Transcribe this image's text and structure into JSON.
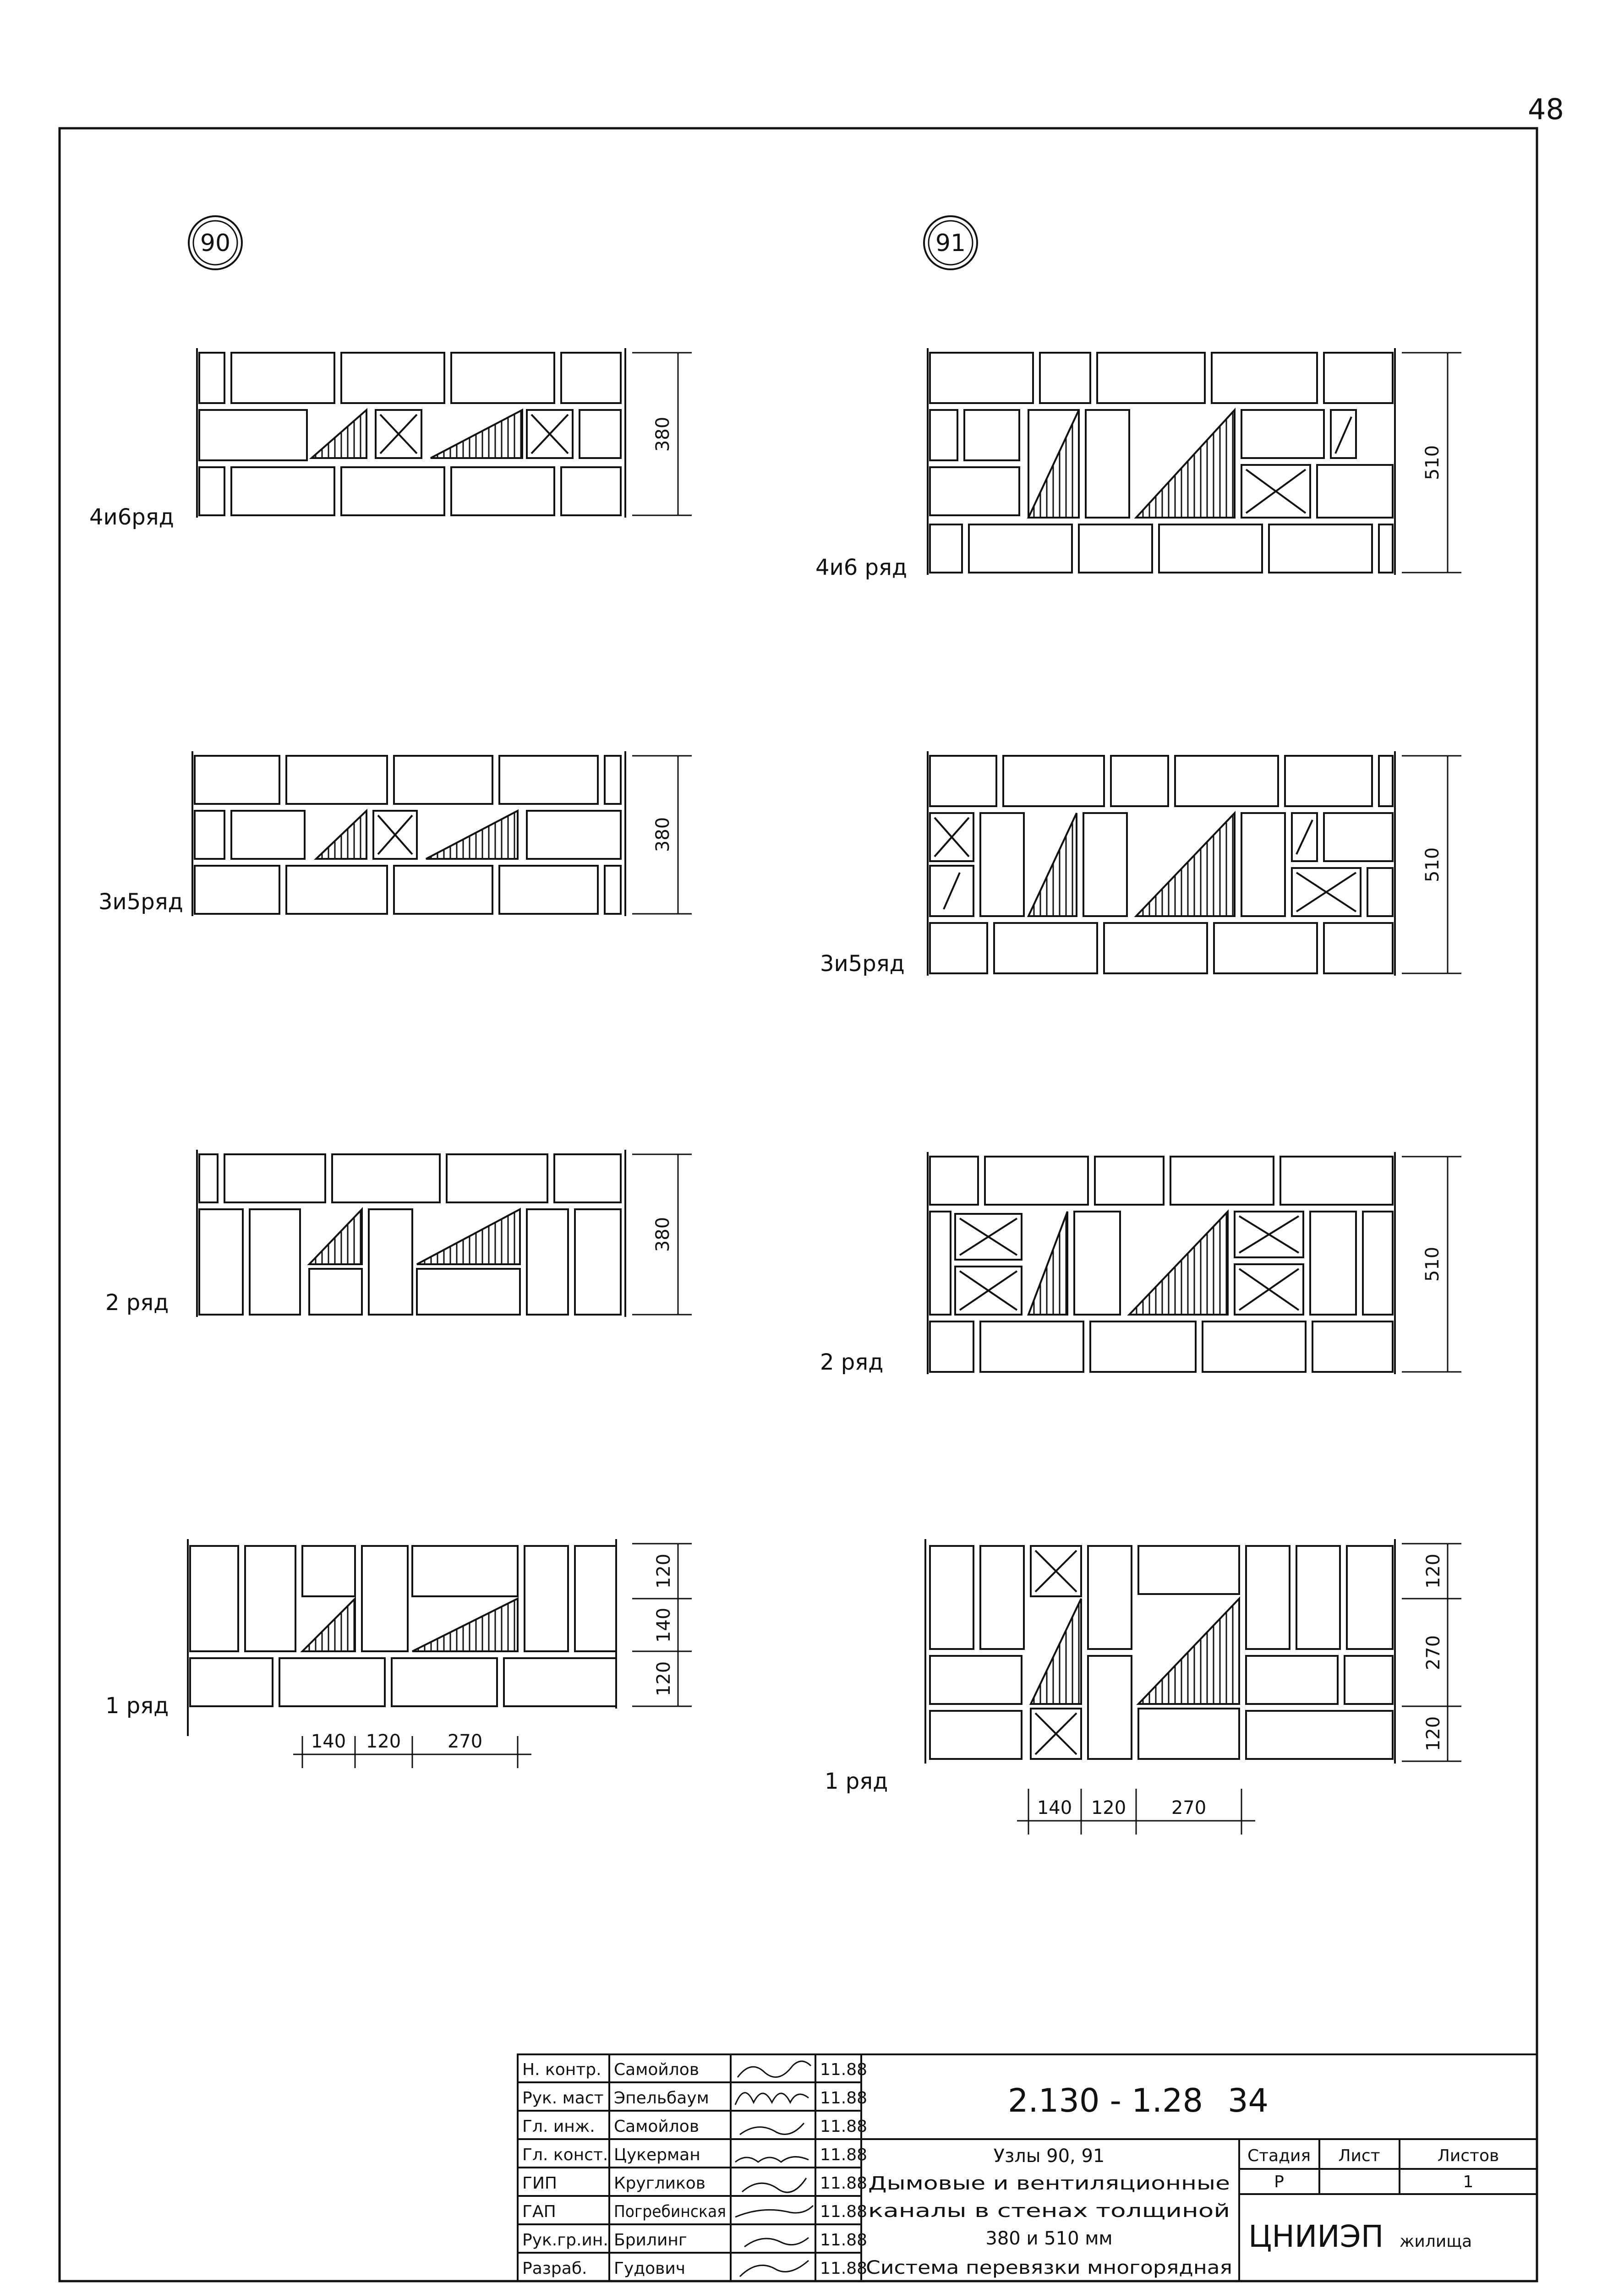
{
  "page_number": "48",
  "nodes": [
    {
      "id": "90",
      "rows": [
        {
          "label": "4и6ряд",
          "dims": [
            "380"
          ]
        },
        {
          "label": "3и5ряд",
          "dims": [
            "380"
          ]
        },
        {
          "label": "2 ряд",
          "dims": [
            "380"
          ]
        },
        {
          "label": "1 ряд",
          "dims": [
            "120",
            "140",
            "120"
          ],
          "bottom_dims": [
            "140",
            "120",
            "270"
          ]
        }
      ]
    },
    {
      "id": "91",
      "rows": [
        {
          "label": "4и6 ряд",
          "dims": [
            "510"
          ]
        },
        {
          "label": "3и5ряд",
          "dims": [
            "510"
          ]
        },
        {
          "label": "2 ряд",
          "dims": [
            "510"
          ]
        },
        {
          "label": "1 ряд",
          "dims": [
            "120",
            "270",
            "120"
          ],
          "bottom_dims": [
            "140",
            "120",
            "270"
          ]
        }
      ]
    }
  ],
  "title_block": {
    "roles": [
      {
        "role": "Н. контр.",
        "name": "Самойлов",
        "date": "11.88"
      },
      {
        "role": "Рук. маст",
        "name": "Эпельбаум",
        "date": "11.88"
      },
      {
        "role": "Гл. инж.",
        "name": "Самойлов",
        "date": "11.88"
      },
      {
        "role": "Гл. конст.",
        "name": "Цукерман",
        "date": "11.88"
      },
      {
        "role": "ГИП",
        "name": "Кругликов",
        "date": "11.88"
      },
      {
        "role": "ГАП",
        "name": "Погребинская",
        "date": "11.88"
      },
      {
        "role": "Рук.гр.ин.",
        "name": "Брилинг",
        "date": "11.88"
      },
      {
        "role": "Разраб.",
        "name": "Гудович",
        "date": "11.88"
      }
    ],
    "doc_code": "2.130 - 1.28",
    "doc_number": "34",
    "title_lines": [
      "Узлы 90, 91",
      "Дымовые и вентиляционные",
      "каналы в стенах толщиной",
      "380 и 510 мм",
      "Система перевязки многорядная"
    ],
    "stage_header": "Стадия",
    "sheet_header": "Лист",
    "sheets_header": "Листов",
    "stage": "Р",
    "sheet": "",
    "sheets": "1",
    "org_main": "ЦНИИЭП",
    "org_sub": "жилища"
  }
}
